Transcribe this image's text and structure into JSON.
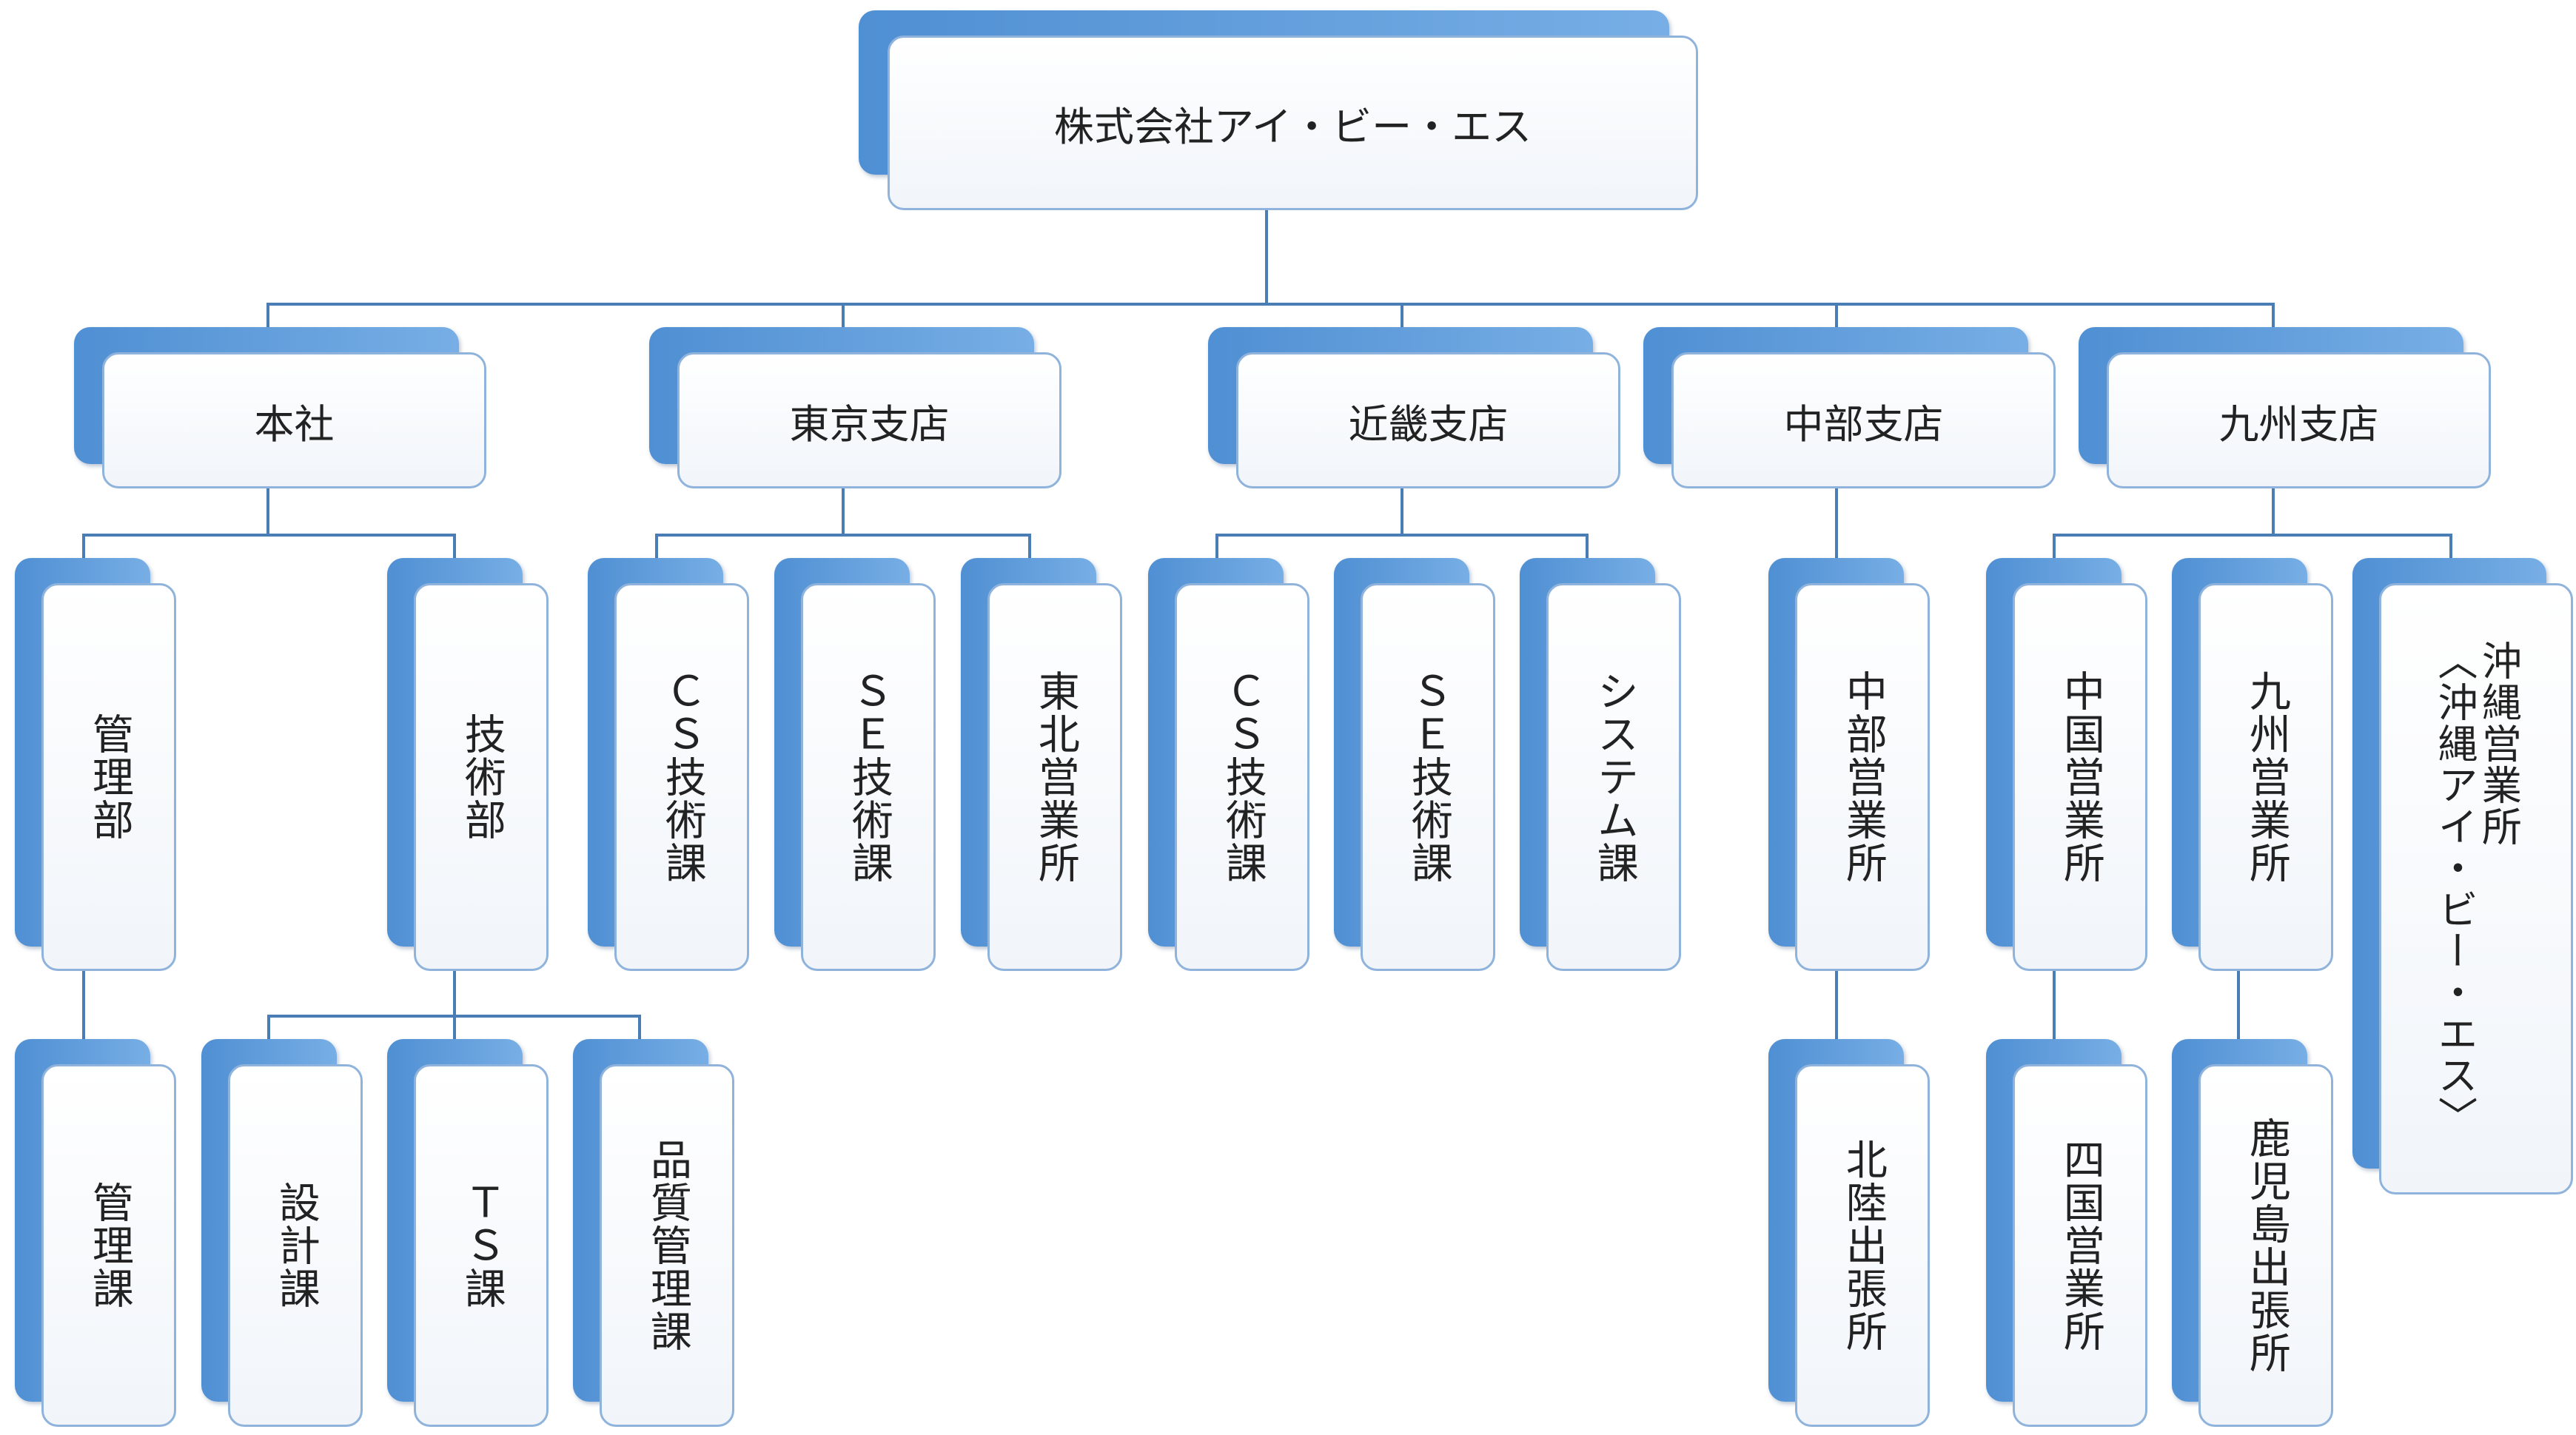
{
  "root": "株式会社アイ・ビー・エス",
  "branches": {
    "honsha": "本社",
    "tokyo": "東京支店",
    "kinki": "近畿支店",
    "chubu": "中部支店",
    "kyushu": "九州支店"
  },
  "honsha": {
    "kanri_bu": "管理部",
    "kanri_ka": "管理課",
    "gijutsu_bu": "技術部",
    "sekkei_ka": "設計課",
    "ts_ka": "ＴＳ課",
    "hinshitsu_ka": "品質管理課"
  },
  "tokyo": {
    "cs": "ＣＳ技術課",
    "se": "ＳＥ技術課",
    "tohoku": "東北営業所"
  },
  "kinki": {
    "cs": "ＣＳ技術課",
    "se": "ＳＥ技術課",
    "system": "システム課"
  },
  "chubu": {
    "eigyosho": "中部営業所",
    "hokuriku": "北陸出張所"
  },
  "kyushu": {
    "chugoku": "中国営業所",
    "shikoku": "四国営業所",
    "kyushu_eigyosho": "九州営業所",
    "kagoshima": "鹿児島出張所",
    "okinawa": "沖縄営業所\n〈沖縄アイ・ビー・エス〉"
  },
  "colors": {
    "line": "#4a7db5",
    "box_back": "#5c9bdc",
    "box_border": "#8fb3db"
  }
}
